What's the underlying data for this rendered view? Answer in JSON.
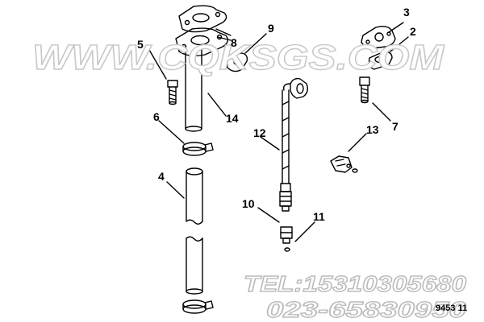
{
  "watermark": {
    "url": "WWW.CQKSGS.COM",
    "tel": "TEL:15310305680",
    "phone": "023-65830950"
  },
  "figure_ref": "9453 11",
  "callouts": [
    {
      "id": "c3",
      "label": "3"
    },
    {
      "id": "c2",
      "label": "2"
    },
    {
      "id": "c5",
      "label": "5"
    },
    {
      "id": "c8",
      "label": "8"
    },
    {
      "id": "c9",
      "label": "9"
    },
    {
      "id": "c14",
      "label": "14"
    },
    {
      "id": "c6",
      "label": "6"
    },
    {
      "id": "c7",
      "label": "7"
    },
    {
      "id": "c12",
      "label": "12"
    },
    {
      "id": "c13",
      "label": "13"
    },
    {
      "id": "c4",
      "label": "4"
    },
    {
      "id": "c10",
      "label": "10"
    },
    {
      "id": "c11",
      "label": "11"
    }
  ],
  "colors": {
    "line": "#000000",
    "watermark_stroke": "#c8c8c8",
    "background": "#ffffff"
  }
}
